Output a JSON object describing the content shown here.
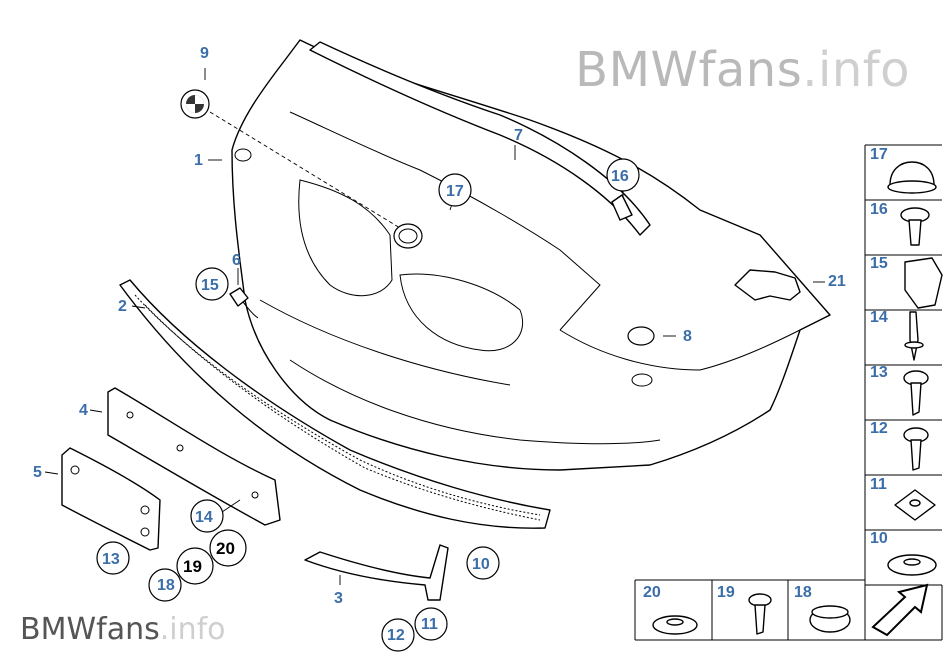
{
  "watermark": {
    "top_main": "BMWfans",
    "top_suffix": ".info",
    "bottom_main": "BMWfans",
    "bottom_suffix": ".info"
  },
  "callouts": {
    "c1": "1",
    "c2": "2",
    "c3": "3",
    "c4": "4",
    "c5": "5",
    "c6": "6",
    "c7": "7",
    "c8": "8",
    "c9": "9",
    "c10": "10",
    "c11": "11",
    "c12": "12",
    "c13": "13",
    "c14": "14",
    "c15": "15",
    "c16": "16",
    "c17": "17",
    "c18": "18",
    "c19": "19",
    "c20": "20",
    "c21": "21"
  },
  "sidebar": {
    "items": [
      "17",
      "16",
      "15",
      "14",
      "13",
      "12",
      "11",
      "10"
    ]
  },
  "bottom_row": {
    "items": [
      "20",
      "19",
      "18"
    ]
  },
  "colors": {
    "callout": "#3b6ea8",
    "watermark": "#b9b9b9",
    "line": "#000000"
  }
}
